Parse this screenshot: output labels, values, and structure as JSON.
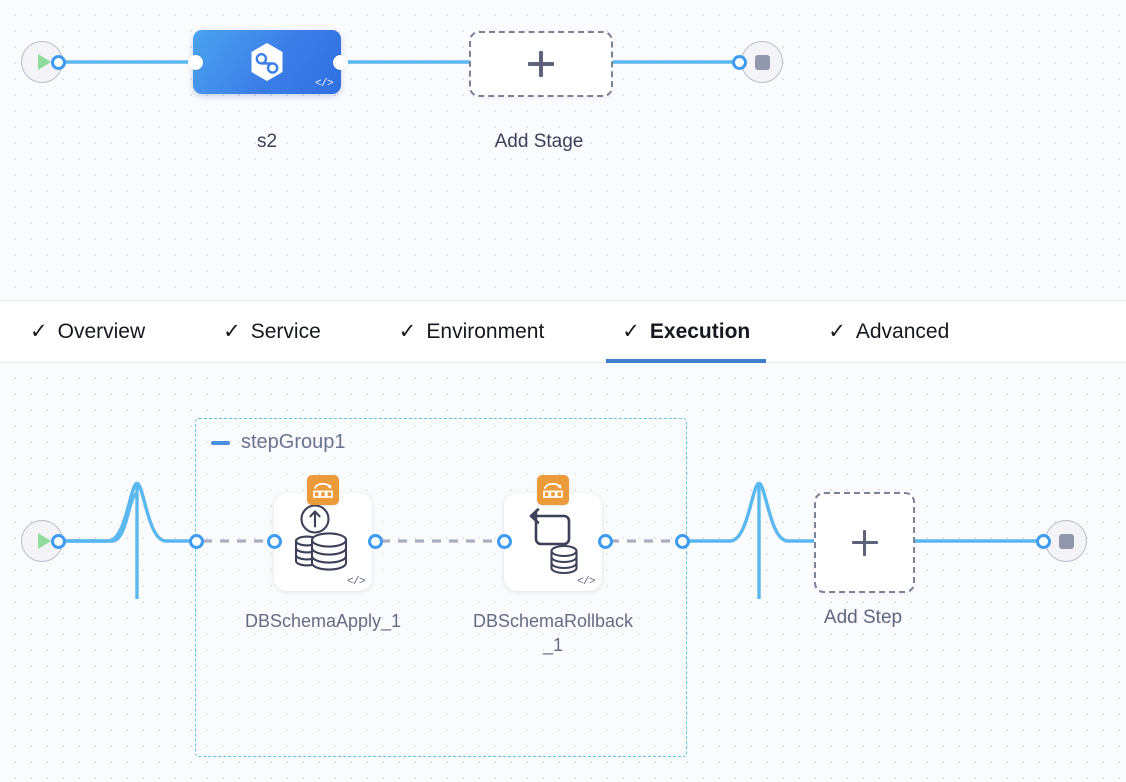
{
  "theme": {
    "accent_blue": "#3f9bf0",
    "stage_node_blue": "#3c7ee8",
    "group_border": "#5ec3e0",
    "plugin_badge_orange": "#ec9b3a",
    "active_tab_underline": "#3e7ecb",
    "canvas_background": "#fafbfd",
    "dot_grid": "#e2e4e9",
    "start_icon_green": "#8fdc9a",
    "stop_icon_gray": "#9197ac"
  },
  "stage_canvas": {
    "name": "pipeline-stage-canvas",
    "start_node": {
      "icon": "play-icon",
      "label": ""
    },
    "end_node": {
      "icon": "stop-icon",
      "label": ""
    },
    "stage": {
      "label": "s2",
      "icon": "harness-hexagon-icon",
      "code_badge": "</>"
    },
    "add_stage": {
      "label": "Add Stage",
      "icon": "plus-icon"
    }
  },
  "tabs": {
    "name": "stage-config-tabs",
    "items": [
      {
        "label": "Overview",
        "icon": "check-icon",
        "active": false
      },
      {
        "label": "Service",
        "icon": "check-icon",
        "active": false
      },
      {
        "label": "Environment",
        "icon": "check-icon",
        "active": false
      },
      {
        "label": "Execution",
        "icon": "check-icon",
        "active": true
      },
      {
        "label": "Advanced",
        "icon": "check-icon",
        "active": false
      }
    ]
  },
  "step_canvas": {
    "name": "execution-step-canvas",
    "start_node": {
      "icon": "play-icon"
    },
    "end_node": {
      "icon": "stop-icon"
    },
    "step_group": {
      "title": "stepGroup1",
      "collapse_icon": "minus-icon",
      "steps": [
        {
          "label": "DBSchemaApply_1",
          "icon": "db-schema-apply-icon",
          "plugin_badge": "liquibase-badge-icon",
          "code_badge": "</>"
        },
        {
          "label": "DBSchemaRollback_1",
          "icon": "db-schema-rollback-icon",
          "plugin_badge": "liquibase-badge-icon",
          "code_badge": "</>"
        }
      ]
    },
    "add_step": {
      "label": "Add Step",
      "icon": "plus-icon"
    }
  }
}
